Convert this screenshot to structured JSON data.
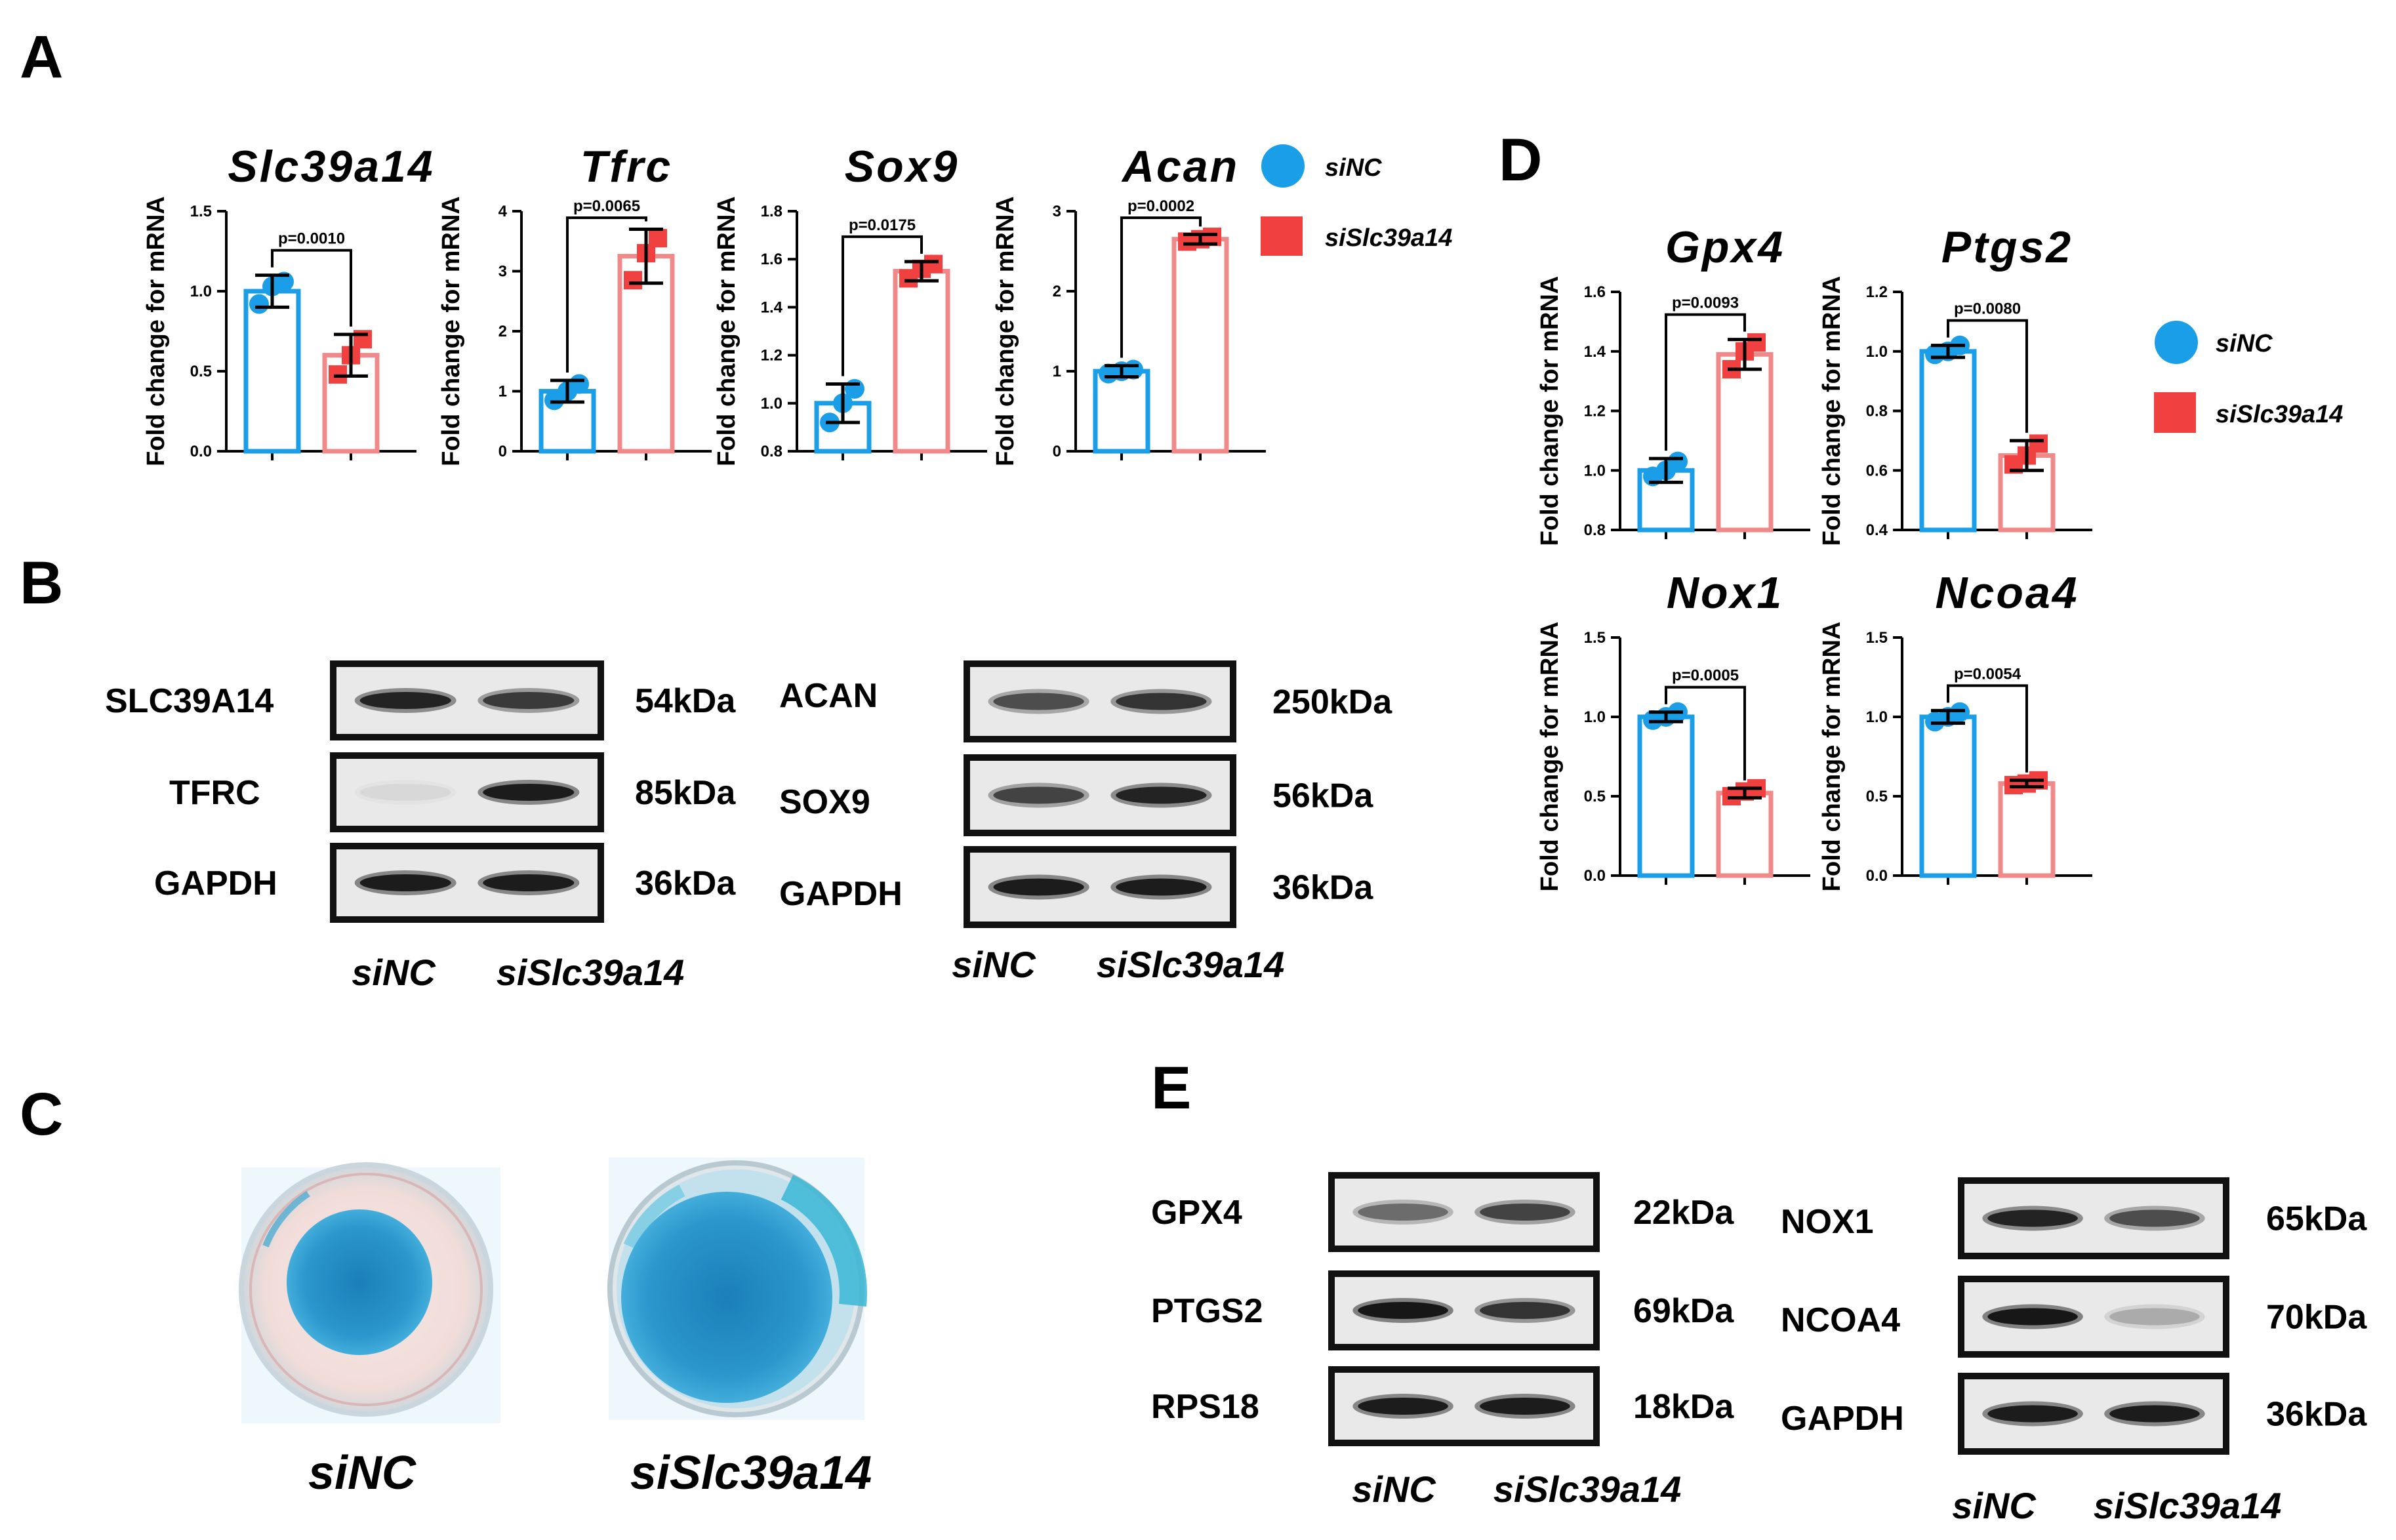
{
  "colors": {
    "siNC": "#1a9ee8",
    "siSlc39a14": "#f04040",
    "bar_siNC_edge": "#1a9ee8",
    "bar_siSlc_edge": "#f08a8a"
  },
  "panels": {
    "A": "A",
    "B": "B",
    "C": "C",
    "D": "D",
    "E": "E"
  },
  "legend": {
    "siNC": "siNC",
    "siSlc39a14": "siSlc39a14"
  },
  "ylabel": "Fold change for mRNA",
  "chart_data": [
    {
      "type": "bar",
      "panel": "A",
      "title": "Slc39a14",
      "categories": [
        "siNC",
        "siSlc39a14"
      ],
      "values": [
        1.0,
        0.6
      ],
      "errors": [
        0.1,
        0.13
      ],
      "points": [
        [
          0.92,
          1.03,
          1.06
        ],
        [
          0.48,
          0.6,
          0.7
        ]
      ],
      "ylim": [
        0,
        1.5
      ],
      "yticks": [
        "0.0",
        "0.5",
        "1.0",
        "1.5"
      ],
      "tick_values": [
        0,
        0.5,
        1.0,
        1.5
      ],
      "ylabel": "Fold change for mRNA",
      "pvalue": "p=0.0010"
    },
    {
      "type": "bar",
      "panel": "A",
      "title": "Tfrc",
      "categories": [
        "siNC",
        "siSlc39a14"
      ],
      "values": [
        1.0,
        3.25
      ],
      "errors": [
        0.18,
        0.45
      ],
      "points": [
        [
          0.85,
          1.0,
          1.12
        ],
        [
          2.85,
          3.3,
          3.55
        ]
      ],
      "ylim": [
        0,
        4
      ],
      "yticks": [
        "0",
        "1",
        "2",
        "3",
        "4"
      ],
      "tick_values": [
        0,
        1,
        2,
        3,
        4
      ],
      "ylabel": "Fold change for mRNA",
      "pvalue": "p=0.0065"
    },
    {
      "type": "bar",
      "panel": "A",
      "title": "Sox9",
      "categories": [
        "siNC",
        "siSlc39a14"
      ],
      "values": [
        1.0,
        1.55
      ],
      "errors": [
        0.08,
        0.04
      ],
      "points": [
        [
          0.92,
          1.0,
          1.06
        ],
        [
          1.52,
          1.56,
          1.58
        ]
      ],
      "ylim": [
        0.8,
        1.8
      ],
      "yticks": [
        "0.8",
        "1.0",
        "1.2",
        "1.4",
        "1.6",
        "1.8"
      ],
      "tick_values": [
        0.8,
        1.0,
        1.2,
        1.4,
        1.6,
        1.8
      ],
      "ylabel": "Fold change for mRNA",
      "pvalue": "p=0.0175"
    },
    {
      "type": "bar",
      "panel": "A",
      "title": "Acan",
      "categories": [
        "siNC",
        "siSlc39a14"
      ],
      "values": [
        1.0,
        2.65
      ],
      "errors": [
        0.07,
        0.06
      ],
      "points": [
        [
          0.97,
          1.0,
          1.02
        ],
        [
          2.62,
          2.65,
          2.68
        ]
      ],
      "ylim": [
        0,
        3
      ],
      "yticks": [
        "0",
        "1",
        "2",
        "3"
      ],
      "tick_values": [
        0,
        1,
        2,
        3
      ],
      "ylabel": "Fold change for mRNA",
      "pvalue": "p=0.0002"
    },
    {
      "type": "bar",
      "panel": "D",
      "title": "Gpx4",
      "categories": [
        "siNC",
        "siSlc39a14"
      ],
      "values": [
        1.0,
        1.39
      ],
      "errors": [
        0.04,
        0.05
      ],
      "points": [
        [
          0.98,
          1.0,
          1.03
        ],
        [
          1.34,
          1.4,
          1.43
        ]
      ],
      "ylim": [
        0.8,
        1.6
      ],
      "yticks": [
        "0.8",
        "1.0",
        "1.2",
        "1.4",
        "1.6"
      ],
      "tick_values": [
        0.8,
        1.0,
        1.2,
        1.4,
        1.6
      ],
      "ylabel": "Fold change for mRNA",
      "pvalue": "p=0.0093"
    },
    {
      "type": "bar",
      "panel": "D",
      "title": "Ptgs2",
      "categories": [
        "siNC",
        "siSlc39a14"
      ],
      "values": [
        1.0,
        0.65
      ],
      "errors": [
        0.02,
        0.05
      ],
      "points": [
        [
          0.99,
          1.0,
          1.02
        ],
        [
          0.62,
          0.65,
          0.69
        ]
      ],
      "ylim": [
        0.4,
        1.2
      ],
      "yticks": [
        "0.4",
        "0.6",
        "0.8",
        "1.0",
        "1.2"
      ],
      "tick_values": [
        0.4,
        0.6,
        0.8,
        1.0,
        1.2
      ],
      "ylabel": "Fold change for mRNA",
      "pvalue": "p=0.0080"
    },
    {
      "type": "bar",
      "panel": "D",
      "title": "Nox1",
      "categories": [
        "siNC",
        "siSlc39a14"
      ],
      "values": [
        1.0,
        0.52
      ],
      "errors": [
        0.03,
        0.03
      ],
      "points": [
        [
          0.98,
          1.0,
          1.03
        ],
        [
          0.5,
          0.53,
          0.55
        ]
      ],
      "ylim": [
        0,
        1.5
      ],
      "yticks": [
        "0.0",
        "0.5",
        "1.0",
        "1.5"
      ],
      "tick_values": [
        0,
        0.5,
        1.0,
        1.5
      ],
      "ylabel": "Fold change for mRNA",
      "pvalue": "p=0.0005"
    },
    {
      "type": "bar",
      "panel": "D",
      "title": "Ncoa4",
      "categories": [
        "siNC",
        "siSlc39a14"
      ],
      "values": [
        1.0,
        0.58
      ],
      "errors": [
        0.04,
        0.02
      ],
      "points": [
        [
          0.97,
          1.0,
          1.03
        ],
        [
          0.57,
          0.58,
          0.6
        ]
      ],
      "ylim": [
        0,
        1.5
      ],
      "yticks": [
        "0.0",
        "0.5",
        "1.0",
        "1.5"
      ],
      "tick_values": [
        0,
        0.5,
        1.0,
        1.5
      ],
      "ylabel": "Fold change for mRNA",
      "pvalue": "p=0.0054"
    }
  ],
  "blots": {
    "B_left": {
      "rows": [
        {
          "protein": "SLC39A14",
          "kda": "54kDa",
          "intensity": [
            0.85,
            0.7
          ]
        },
        {
          "protein": "TFRC",
          "kda": "85kDa",
          "intensity": [
            0.05,
            0.9
          ]
        },
        {
          "protein": "GAPDH",
          "kda": "36kDa",
          "intensity": [
            0.9,
            0.9
          ]
        }
      ],
      "lanes": [
        "siNC",
        "siSlc39a14"
      ]
    },
    "B_right": {
      "rows": [
        {
          "protein": "ACAN",
          "kda": "250kDa",
          "intensity": [
            0.6,
            0.75
          ]
        },
        {
          "protein": "SOX9",
          "kda": "56kDa",
          "intensity": [
            0.65,
            0.85
          ]
        },
        {
          "protein": "GAPDH",
          "kda": "36kDa",
          "intensity": [
            0.9,
            0.9
          ]
        }
      ],
      "lanes": [
        "siNC",
        "siSlc39a14"
      ]
    },
    "E_left": {
      "rows": [
        {
          "protein": "GPX4",
          "kda": "22kDa",
          "intensity": [
            0.45,
            0.65
          ]
        },
        {
          "protein": "PTGS2",
          "kda": "69kDa",
          "intensity": [
            0.95,
            0.75
          ]
        },
        {
          "protein": "RPS18",
          "kda": "18kDa",
          "intensity": [
            0.9,
            0.9
          ]
        }
      ],
      "lanes": [
        "siNC",
        "siSlc39a14"
      ]
    },
    "E_right": {
      "rows": [
        {
          "protein": "NOX1",
          "kda": "65kDa",
          "intensity": [
            0.85,
            0.6
          ]
        },
        {
          "protein": "NCOA4",
          "kda": "70kDa",
          "intensity": [
            0.95,
            0.2
          ]
        },
        {
          "protein": "GAPDH",
          "kda": "36kDa",
          "intensity": [
            0.9,
            0.9
          ]
        }
      ],
      "lanes": [
        "siNC",
        "siSlc39a14"
      ]
    }
  },
  "stain": {
    "labels": [
      "siNC",
      "siSlc39a14"
    ],
    "stain_coverage": [
      0.55,
      0.8
    ]
  }
}
